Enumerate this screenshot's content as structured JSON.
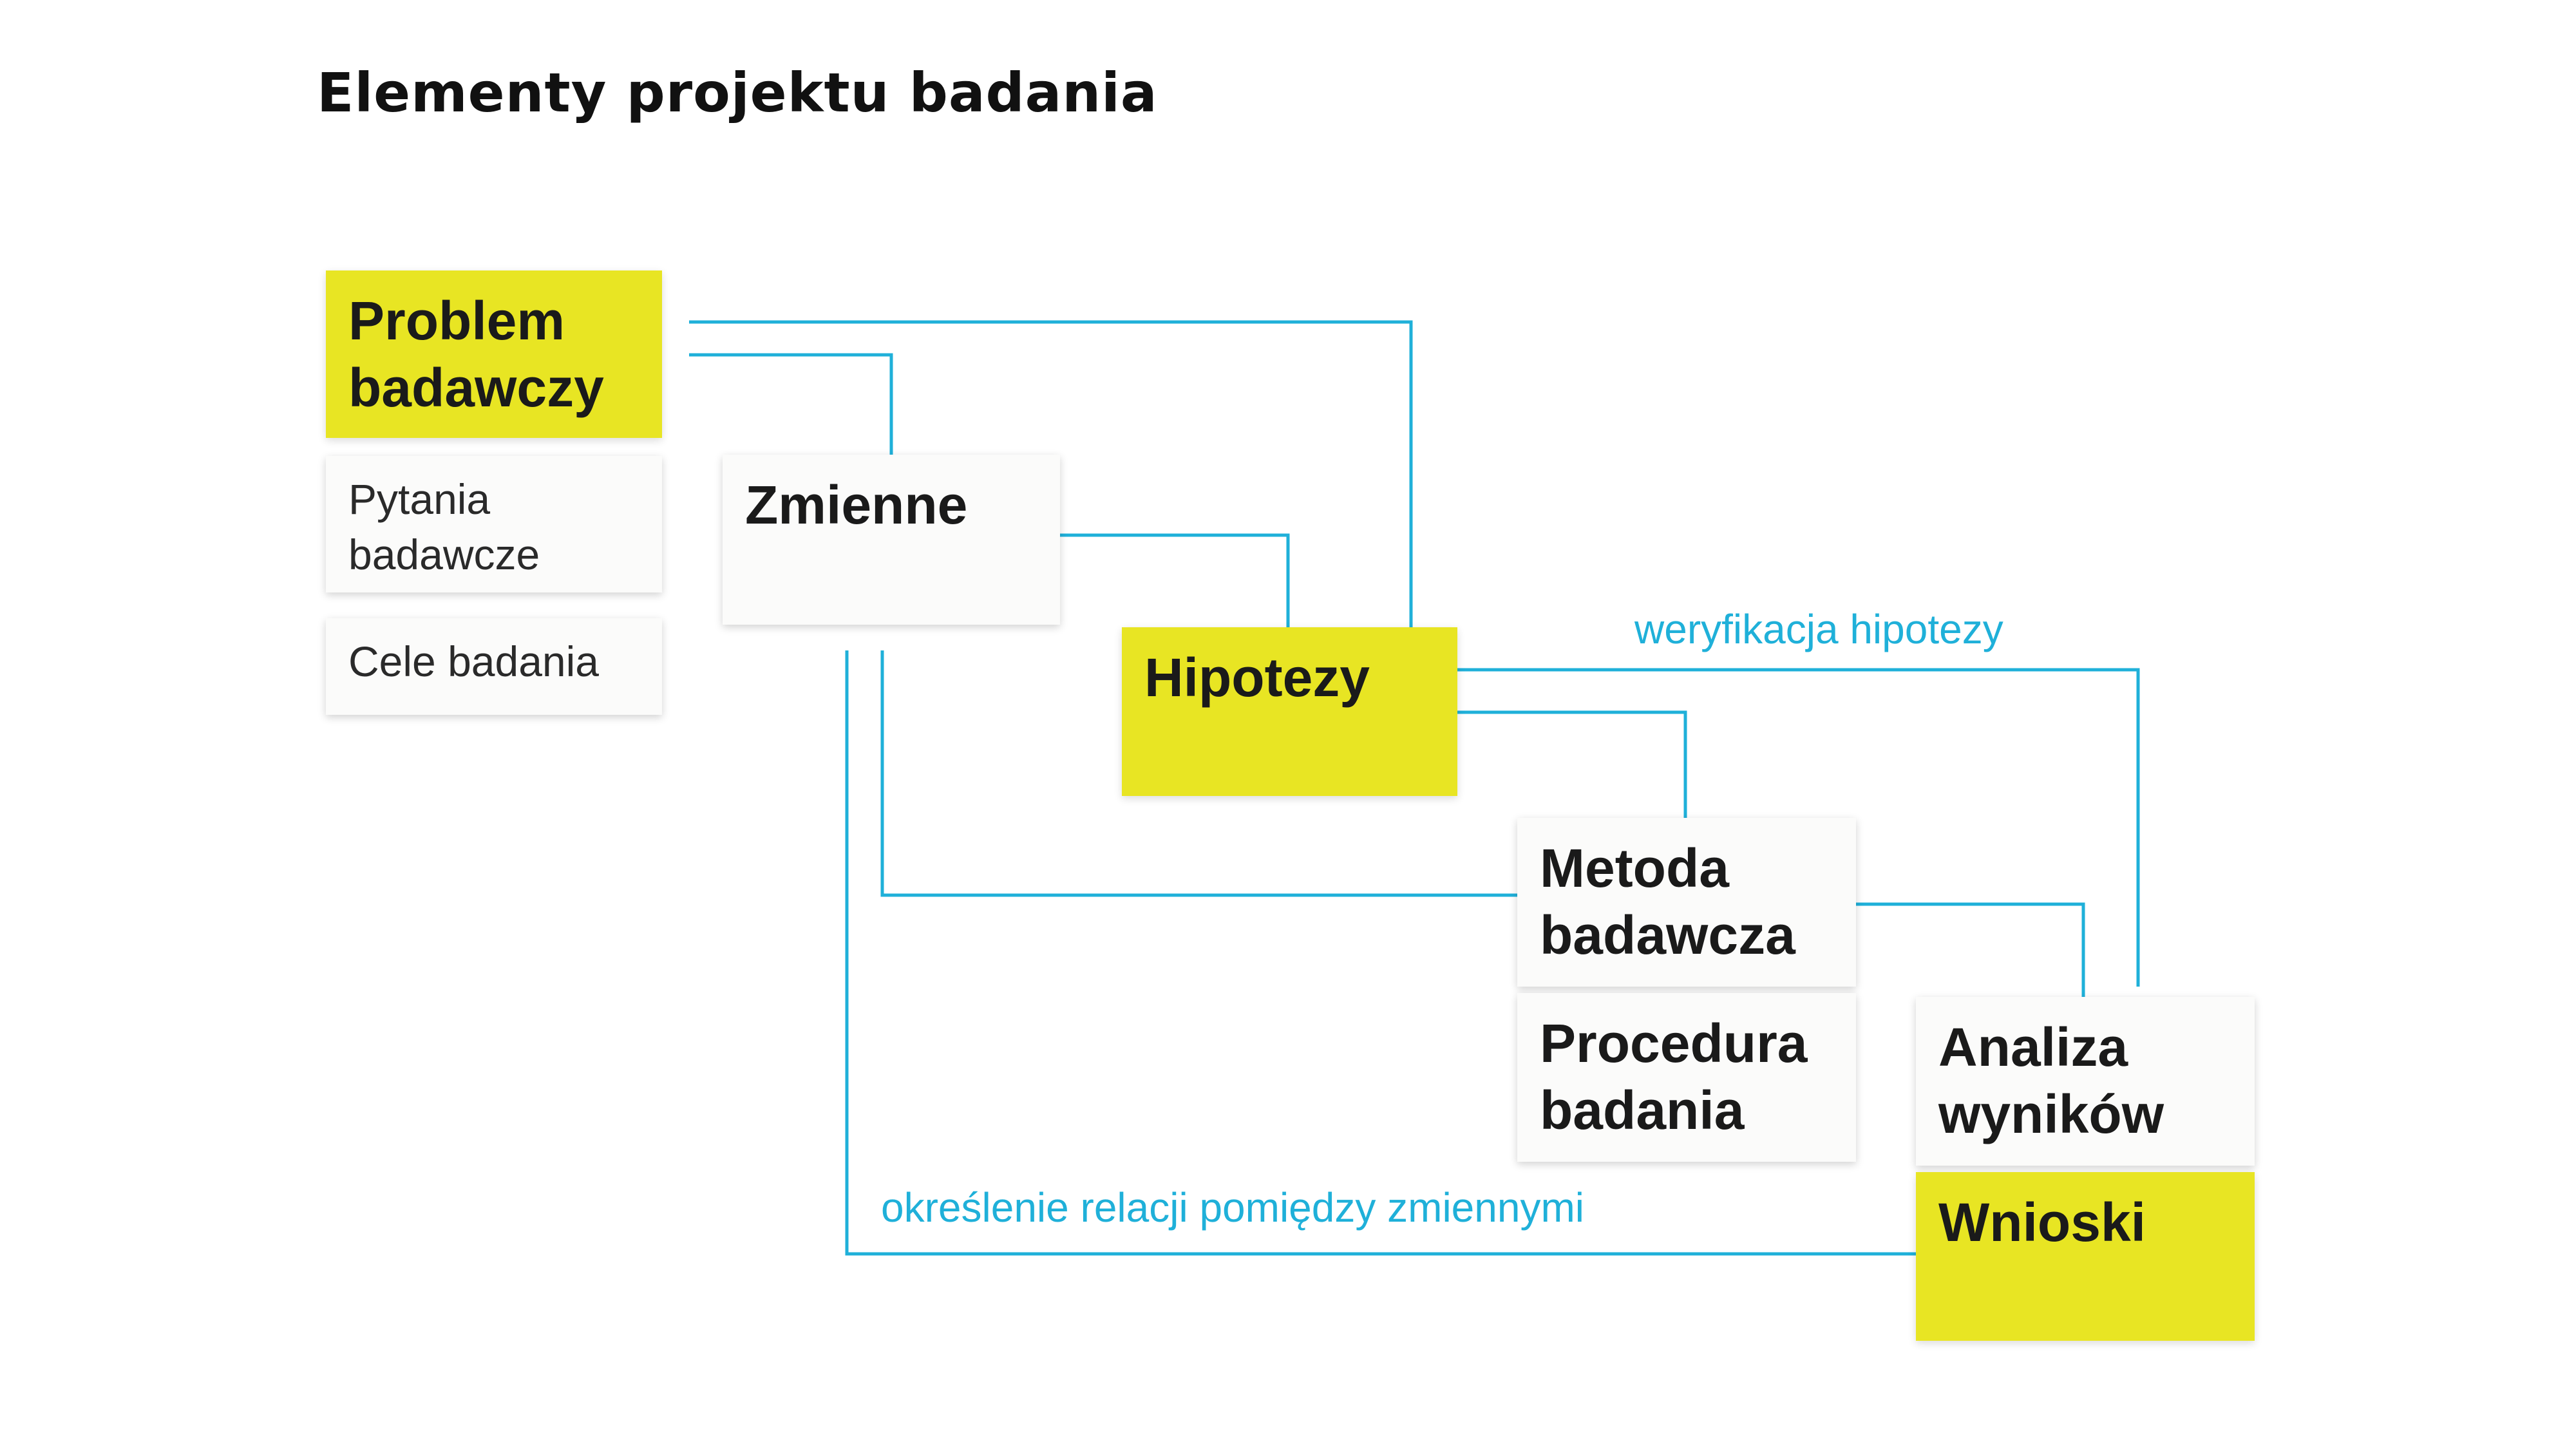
{
  "title": "Elementy projektu badania",
  "accent_color": "#1fb0d9",
  "highlight_color": "#e8e523",
  "nodes": {
    "problem": "Problem\nbadawczy",
    "pytania": "Pytania\nbadawcze",
    "cele": "Cele badania",
    "zmienne": "Zmienne",
    "hipotezy": "Hipotezy",
    "metoda": "Metoda\nbadawcza",
    "procedura": "Procedura\nbadania",
    "analiza": "Analiza\nwyników",
    "wnioski": "Wnioski"
  },
  "edge_labels": {
    "weryfikacja": "weryfikacja hipotezy",
    "okreslenie": "określenie relacji pomiędzy zmiennymi"
  }
}
